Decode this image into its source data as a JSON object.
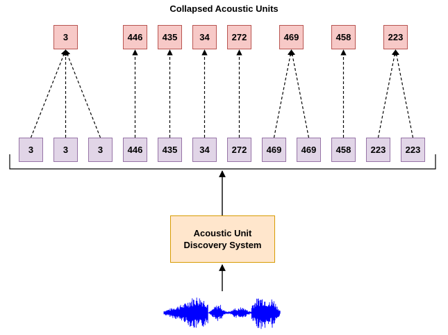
{
  "title": "Collapsed Acoustic Units",
  "system_label": "Acoustic Unit Discovery System",
  "frame_units": [
    "3",
    "3",
    "3",
    "446",
    "435",
    "34",
    "272",
    "469",
    "469",
    "458",
    "223",
    "223"
  ],
  "collapsed_units": [
    "3",
    "446",
    "435",
    "34",
    "272",
    "469",
    "458",
    "223"
  ],
  "collapse_map": [
    0,
    0,
    0,
    1,
    2,
    3,
    4,
    5,
    5,
    6,
    7,
    7
  ],
  "colors": {
    "collapsed_fill": "#f7c9c7",
    "collapsed_stroke": "#b85450",
    "frame_fill": "#e1d5e7",
    "frame_stroke": "#9673a6",
    "system_fill": "#ffe6cc",
    "system_stroke": "#d79b00",
    "waveform": "#0000ff"
  },
  "icons": {
    "waveform": "audio-waveform-icon"
  }
}
